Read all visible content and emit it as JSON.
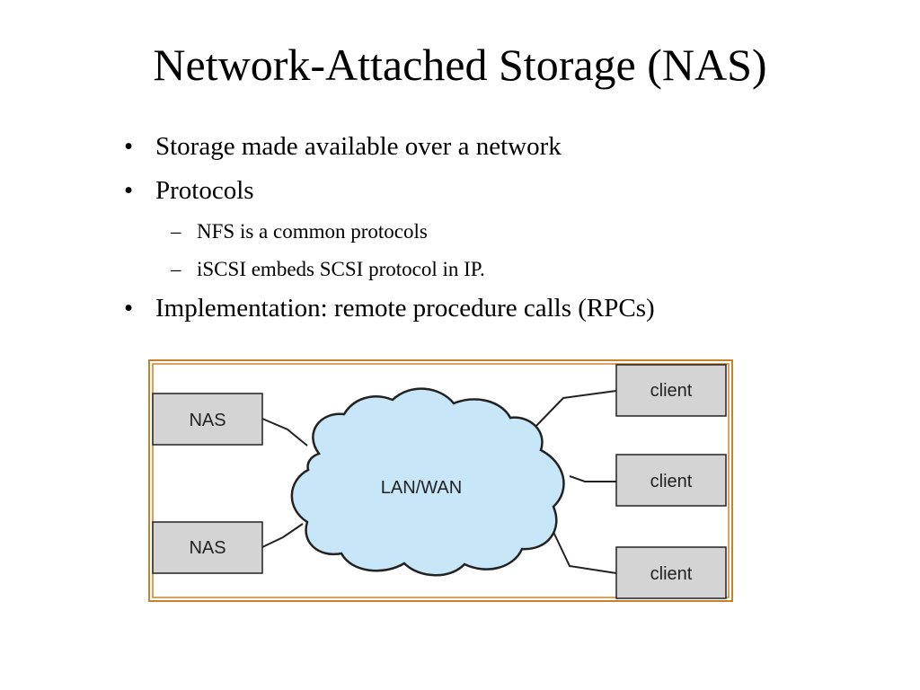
{
  "slide": {
    "title": "Network-Attached Storage (NAS)"
  },
  "bullets": {
    "marker": "•",
    "sub_marker": "–",
    "items": [
      {
        "text": "Storage made available over a network"
      },
      {
        "text": "Protocols"
      },
      {
        "text": "NFS is a common protocols"
      },
      {
        "text": "iSCSI embeds SCSI protocol in IP."
      },
      {
        "text": "Implementation: remote procedure calls (RPCs)"
      }
    ]
  },
  "diagram": {
    "cloud_label": "LAN/WAN",
    "nas_nodes": [
      {
        "label": "NAS"
      },
      {
        "label": "NAS"
      }
    ],
    "client_nodes": [
      {
        "label": "client"
      },
      {
        "label": "client"
      },
      {
        "label": "client"
      }
    ],
    "colors": {
      "frame": "#c8832a",
      "box_fill": "#d4d4d4",
      "cloud_fill": "#c7e6f8",
      "line": "#222222"
    }
  }
}
